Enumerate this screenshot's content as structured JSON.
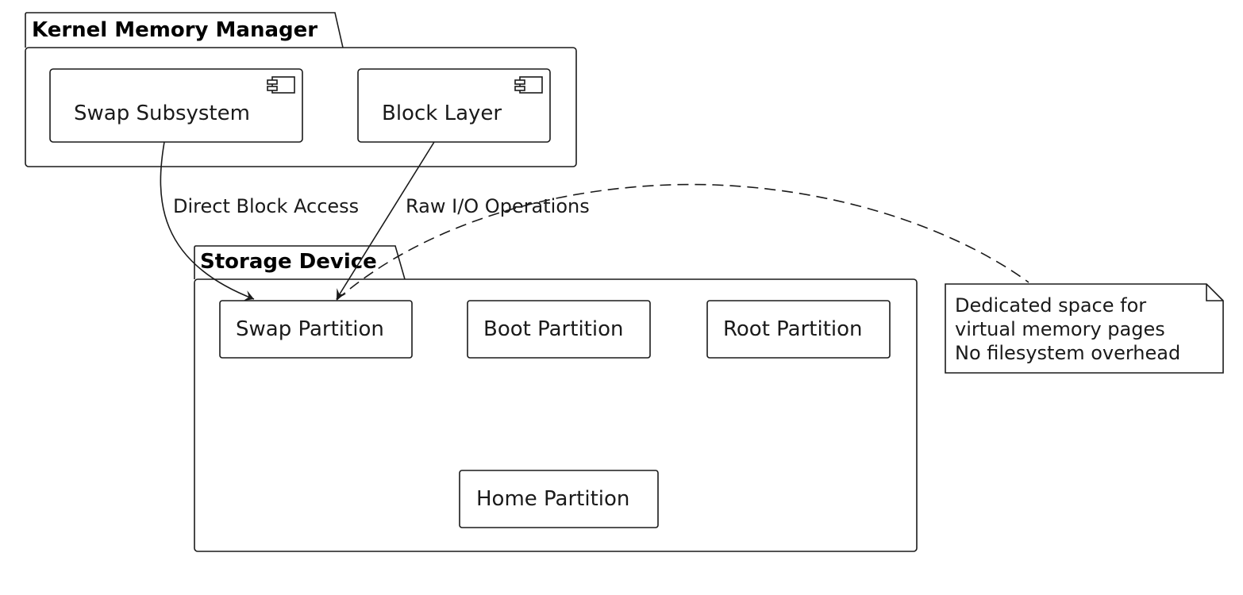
{
  "packages": {
    "kernel": {
      "title": "Kernel Memory Manager"
    },
    "storage": {
      "title": "Storage Device"
    }
  },
  "components": {
    "swap_subsystem": {
      "label": "Swap Subsystem",
      "icon": "component-icon"
    },
    "block_layer": {
      "label": "Block Layer",
      "icon": "component-icon"
    }
  },
  "partitions": {
    "swap": {
      "label": "Swap Partition"
    },
    "boot": {
      "label": "Boot Partition"
    },
    "root": {
      "label": "Root Partition"
    },
    "home": {
      "label": "Home Partition"
    }
  },
  "edges": {
    "direct_block": {
      "label": "Direct Block Access"
    },
    "raw_io": {
      "label": "Raw I/O Operations"
    }
  },
  "note": {
    "lines": [
      "Dedicated space for",
      "virtual memory pages",
      "No filesystem overhead"
    ]
  }
}
